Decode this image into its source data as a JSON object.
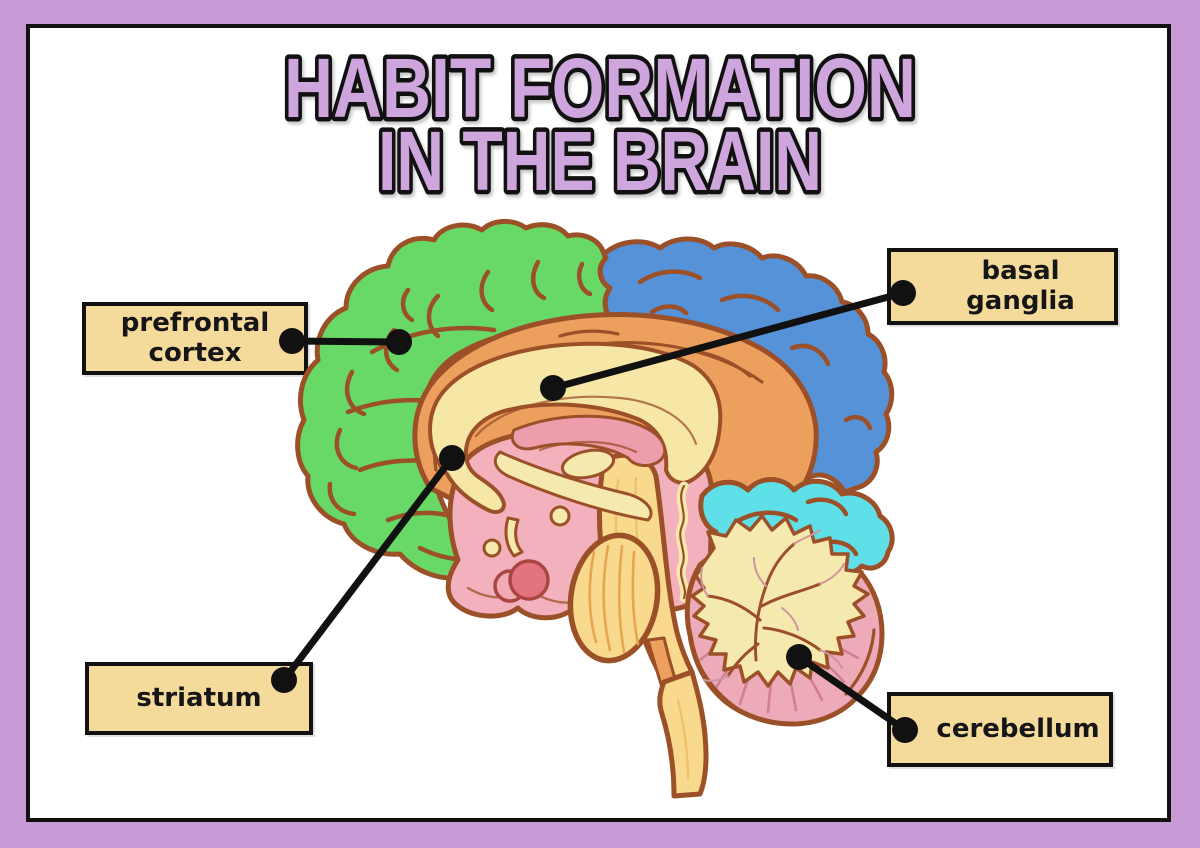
{
  "title": {
    "line1": "HABIT FORMATION",
    "line2": "IN THE BRAIN"
  },
  "labels": {
    "prefrontal_cortex": {
      "line1": "prefrontal",
      "line2": "cortex"
    },
    "basal_ganglia": {
      "text": "basal ganglia"
    },
    "striatum": {
      "text": "striatum"
    },
    "cerebellum": {
      "text": "cerebellum"
    }
  },
  "colors": {
    "frame_purple": "#c89bd6",
    "card_white": "#ffffff",
    "ink_black": "#111111",
    "title_purple": "#cfa5dd",
    "label_tan": "#f5db9b",
    "green": "#68d966",
    "blue": "#5592d8",
    "cyan": "#5fdfe7",
    "orange": "#eda05e",
    "cream": "#f6e7a6",
    "pink": "#f3b0bd",
    "pink_dark": "#ee9dad",
    "red": "#e2737f",
    "red_light": "#f2aab4",
    "yellow": "#f9d98e",
    "cereb_pink": "#edaab8",
    "cream2": "#f6e9ad",
    "brown": "#9b5028",
    "stria_pink": "#cf8092",
    "stria_orange": "#e8a44f",
    "stria_yellow": "#eec06a",
    "twig_pink": "#cc96a0"
  }
}
